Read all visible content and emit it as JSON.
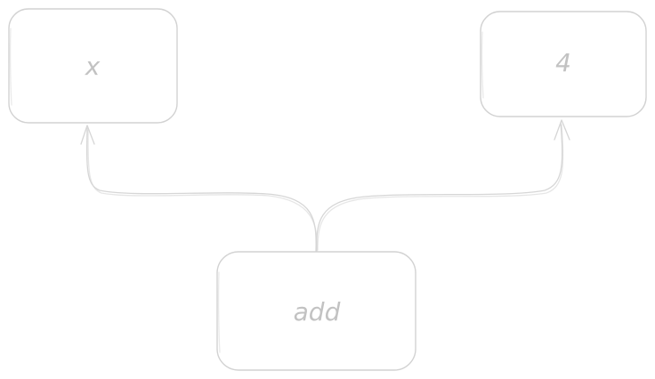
{
  "diagram": {
    "nodes": {
      "left": {
        "label": "x"
      },
      "right": {
        "label": "4"
      },
      "root": {
        "label": "add"
      }
    },
    "edges": [
      {
        "from": "root",
        "to": "left"
      },
      {
        "from": "root",
        "to": "right"
      }
    ],
    "colors": {
      "stroke": "#d2d2d2",
      "text": "#c2c2c2",
      "background": "#ffffff"
    }
  }
}
